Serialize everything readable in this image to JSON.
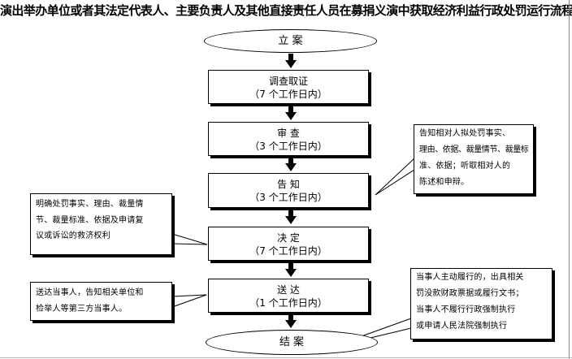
{
  "title": "演出举办单位或者其法定代表人、主要负责人及其他直接责任人员在募捐义演中获取经济利益行政处罚运行流程图",
  "start": "立  案",
  "end": "结  案",
  "steps": [
    {
      "name": "调查取证",
      "days": "（7 个工作日内）"
    },
    {
      "name": "审  查",
      "days": "（3 个工作日内）"
    },
    {
      "name": "告  知",
      "days": "（3 个工作日内）"
    },
    {
      "name": "决    定",
      "days": "（7 个工作日内）"
    },
    {
      "name": "送  达",
      "days": "（1 个工作日内）"
    }
  ],
  "notes": {
    "inform": [
      "告知相对人拟处罚事实、",
      "理由、依据、裁量情节、裁量标",
      "准、依据；听取相对人的",
      "陈述和申辩。"
    ],
    "decide": [
      "明确处罚事实、理由、裁量情",
      "节、裁量标准、依据及申请复",
      "议或诉讼的救济权利"
    ],
    "deliver": [
      "送达当事人，告知相关单位和",
      "检举人等第三方当事人。"
    ],
    "execute": [
      "当事人主动履行的，出具相关",
      "罚没款财政票据或履行文书；",
      "当事人不履行行政强制执行",
      "或申请人民法院强制执行"
    ]
  }
}
